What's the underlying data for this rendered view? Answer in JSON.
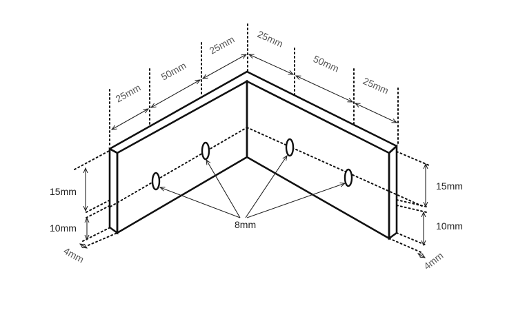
{
  "labels": {
    "top_left_1": "25mm",
    "top_left_2": "50mm",
    "top_left_3": "25mm",
    "top_right_1": "25mm",
    "top_right_2": "50mm",
    "top_right_3": "25mm",
    "left_height_upper": "15mm",
    "left_height_lower": "10mm",
    "left_thickness": "4mm",
    "right_height_upper": "15mm",
    "right_height_lower": "10mm",
    "right_thickness": "4mm",
    "hole_diameter": "8mm"
  }
}
